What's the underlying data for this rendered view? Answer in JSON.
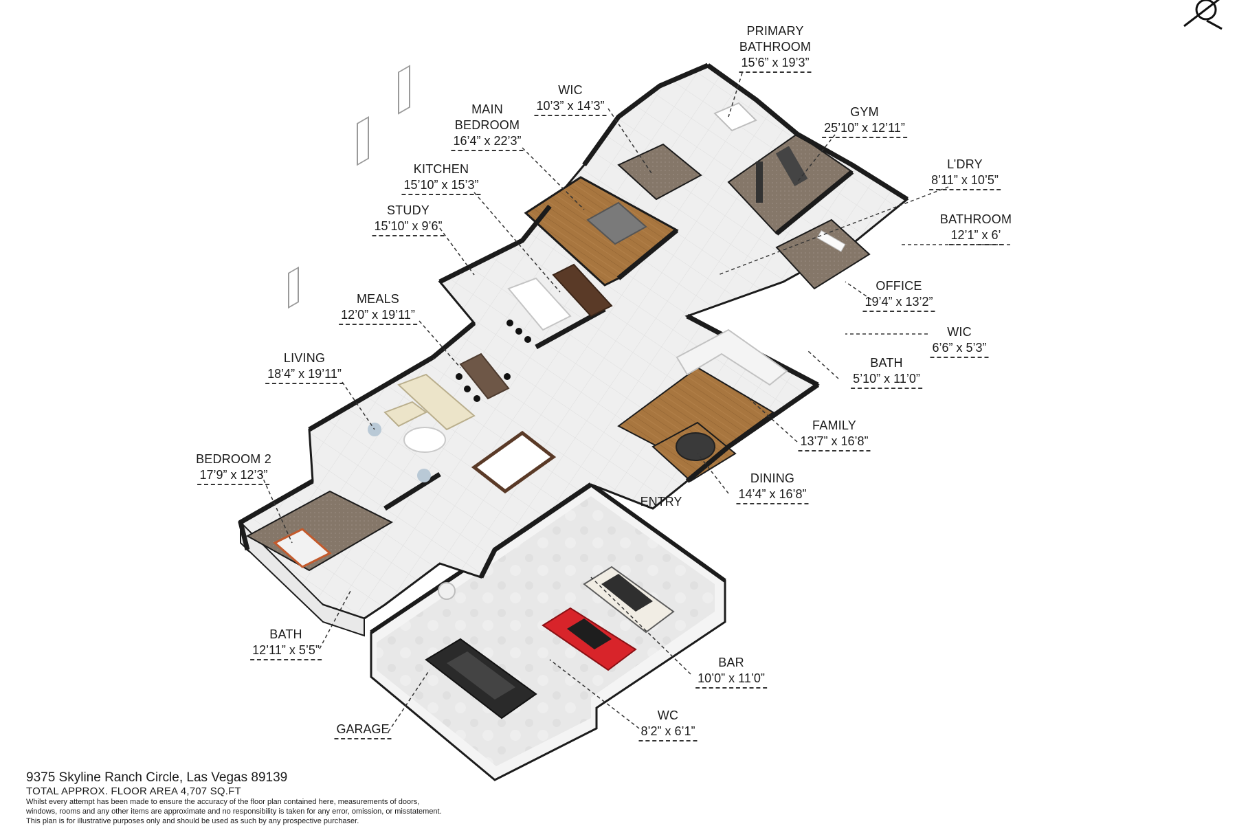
{
  "footer": {
    "address": "9375 Skyline Ranch Circle, Las Vegas 89139",
    "total_area": "TOTAL APPROX. FLOOR AREA 4,707 SQ.FT",
    "disclaimer_1": "Whilst every attempt has been made to ensure the accuracy of the floor plan contained here, measurements of doors,",
    "disclaimer_2": "windows, rooms and any other items are approximate and no responsibility is taken for any error, omission, or misstatement.",
    "disclaimer_3": "This plan is for illustrative purposes only and should be used as such by any prospective purchaser."
  },
  "entry_label": "ENTRY",
  "compass_icon": "north-arrow-icon",
  "rooms": {
    "primary_bathroom": {
      "name_1": "PRIMARY",
      "name_2": "BATHROOM",
      "dims": "15’6” x 19’3”"
    },
    "wic_main": {
      "name": "WIC",
      "dims": "10’3” x 14’3”"
    },
    "gym": {
      "name": "GYM",
      "dims": "25’10” x 12’11”"
    },
    "main_bedroom": {
      "name_1": "MAIN",
      "name_2": "BEDROOM",
      "dims": "16’4” x 22’3”"
    },
    "laundry": {
      "name": "L’DRY",
      "dims": "8’11” x 10’5”"
    },
    "kitchen": {
      "name": "KITCHEN",
      "dims": "15’10” x 15’3”"
    },
    "bathroom": {
      "name": "BATHROOM",
      "dims": "12’1” x 6’"
    },
    "study": {
      "name": "STUDY",
      "dims": "15’10” x 9’6”"
    },
    "office": {
      "name": "OFFICE",
      "dims": "19’4” x 13’2”"
    },
    "meals": {
      "name": "MEALS",
      "dims": "12’0” x 19’11”"
    },
    "wic_small": {
      "name": "WIC",
      "dims": "6’6” x 5’3”"
    },
    "bath_center": {
      "name": "BATH",
      "dims": "5’10” x 11’0”"
    },
    "living": {
      "name": "LIVING",
      "dims": "18’4” x 19’11”"
    },
    "family": {
      "name": "FAMILY",
      "dims": "13’7” x 16’8”"
    },
    "bedroom2": {
      "name": "BEDROOM 2",
      "dims": "17’9” x 12’3”"
    },
    "dining": {
      "name": "DINING",
      "dims": "14’4” x 16’8”"
    },
    "bath_left": {
      "name": "BATH",
      "dims": "12’11” x 5’5”"
    },
    "bar": {
      "name": "BAR",
      "dims": "10’0” x 11’0”"
    },
    "wc": {
      "name": "WC",
      "dims": "8’2” x 6’1”"
    },
    "garage": {
      "name": "GARAGE"
    }
  },
  "colors": {
    "wall_top": "#1b1b1b",
    "wall_face": "#f2f2f2",
    "floor_tile": "#ededed",
    "floor_wood": "#a8763f",
    "floor_carpet": "#8a7d72",
    "garage_floor": "#e6e6e6",
    "car_red": "#d8242a",
    "car_black": "#2a2a2a",
    "car_white": "#f1ede4"
  }
}
